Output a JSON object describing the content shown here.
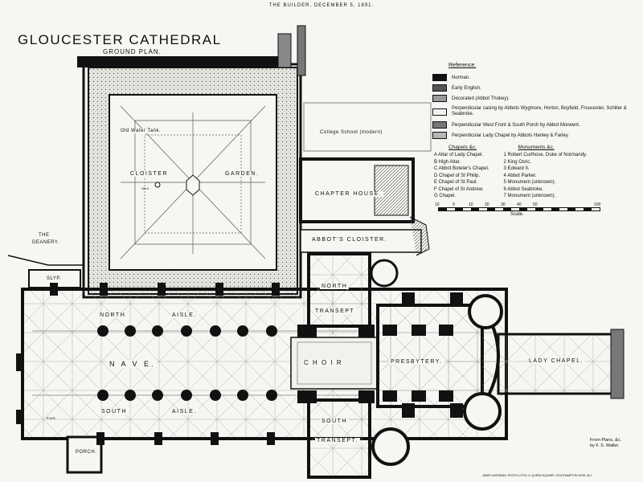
{
  "header": {
    "caption": "THE BUILDER, DECEMBER 5, 1891."
  },
  "title": "GLOUCESTER CATHEDRAL",
  "subtitle": "GROUND PLAN.",
  "reference": {
    "heading": "Reference.",
    "items": [
      {
        "label": "Norman.",
        "fill": "#111111"
      },
      {
        "label": "Early English.",
        "fill": "#555555"
      },
      {
        "label": "Decorated (Abbot Thokey).",
        "fill": "#9a9a9a"
      },
      {
        "label": "Perpendicular casing by Abbots Wygmore, Horton, Boyfield, Froucester, Schiller & Seabroke.",
        "fill": "#f2f2f2"
      },
      {
        "label": "Perpendicular West Front & South Porch by Abbot Morwent.",
        "fill": "#777777"
      },
      {
        "label": "Perpendicular Lady Chapel by Abbots Hanley & Farley.",
        "fill": "#b5b5b5"
      }
    ]
  },
  "chapels": {
    "heading": "Chapels &c.",
    "items": [
      "A  Altar of Lady Chapel.",
      "B  High Altar.",
      "C  Abbot Boteler's Chapel.",
      "D  Chapel of St Philip.",
      "E  Chapel of St Paul.",
      "F  Chapel of St Andrew.",
      "G  Chapel."
    ]
  },
  "monuments": {
    "heading": "Monuments &c.",
    "items": [
      "1  Robert Curthose, Duke of Normandy.",
      "2  King Osric.",
      "3  Edward II.",
      "4  Abbot Parker.",
      "5  Monument (unknown).",
      "6  Abbot Seabroke.",
      "7  Monument (unknown)."
    ]
  },
  "scale": {
    "ticks": [
      "10",
      "0",
      "10",
      "20",
      "30",
      "40",
      "50",
      "100"
    ],
    "word": "Scale."
  },
  "labels": {
    "old_water_tank": "Old Water Tank.",
    "cloister": "CLOISTER",
    "garden": "GARDEN.",
    "well": "Well.",
    "college_school": "College  School  (modern)",
    "chapter_house": "CHAPTER  HOUSE.",
    "abbots_cloister": "ABBOT'S  CLOISTER.",
    "deanery_1": "THE",
    "deanery_2": "DEANERY.",
    "slyp": "SLYP.",
    "north_transept_1": "NORTH",
    "north_transept_2": "TRANSEPT",
    "north_aisle_1": "NORTH",
    "north_aisle_2": "AISLE.",
    "nave": "N  A  V  E.",
    "choir": "C H O I R",
    "presbytery": "PRESBYTERY.",
    "lady_chapel": "LADY    CHAPEL.",
    "south_aisle_1": "SOUTH",
    "south_aisle_2": "AISLE.",
    "south_transept_1": "SOUTH",
    "south_transept_2": "TRANSEPT.",
    "porch": "PORCH.",
    "font": "Font."
  },
  "credit": {
    "line1": "From Plans, &c.",
    "line2": "by F. S. Waller."
  },
  "printer": "JAMES AKERMAN, PHOTO-LITHO, 6, QUEEN SQUARE, SOUTHAMPTON ROW, W.C."
}
